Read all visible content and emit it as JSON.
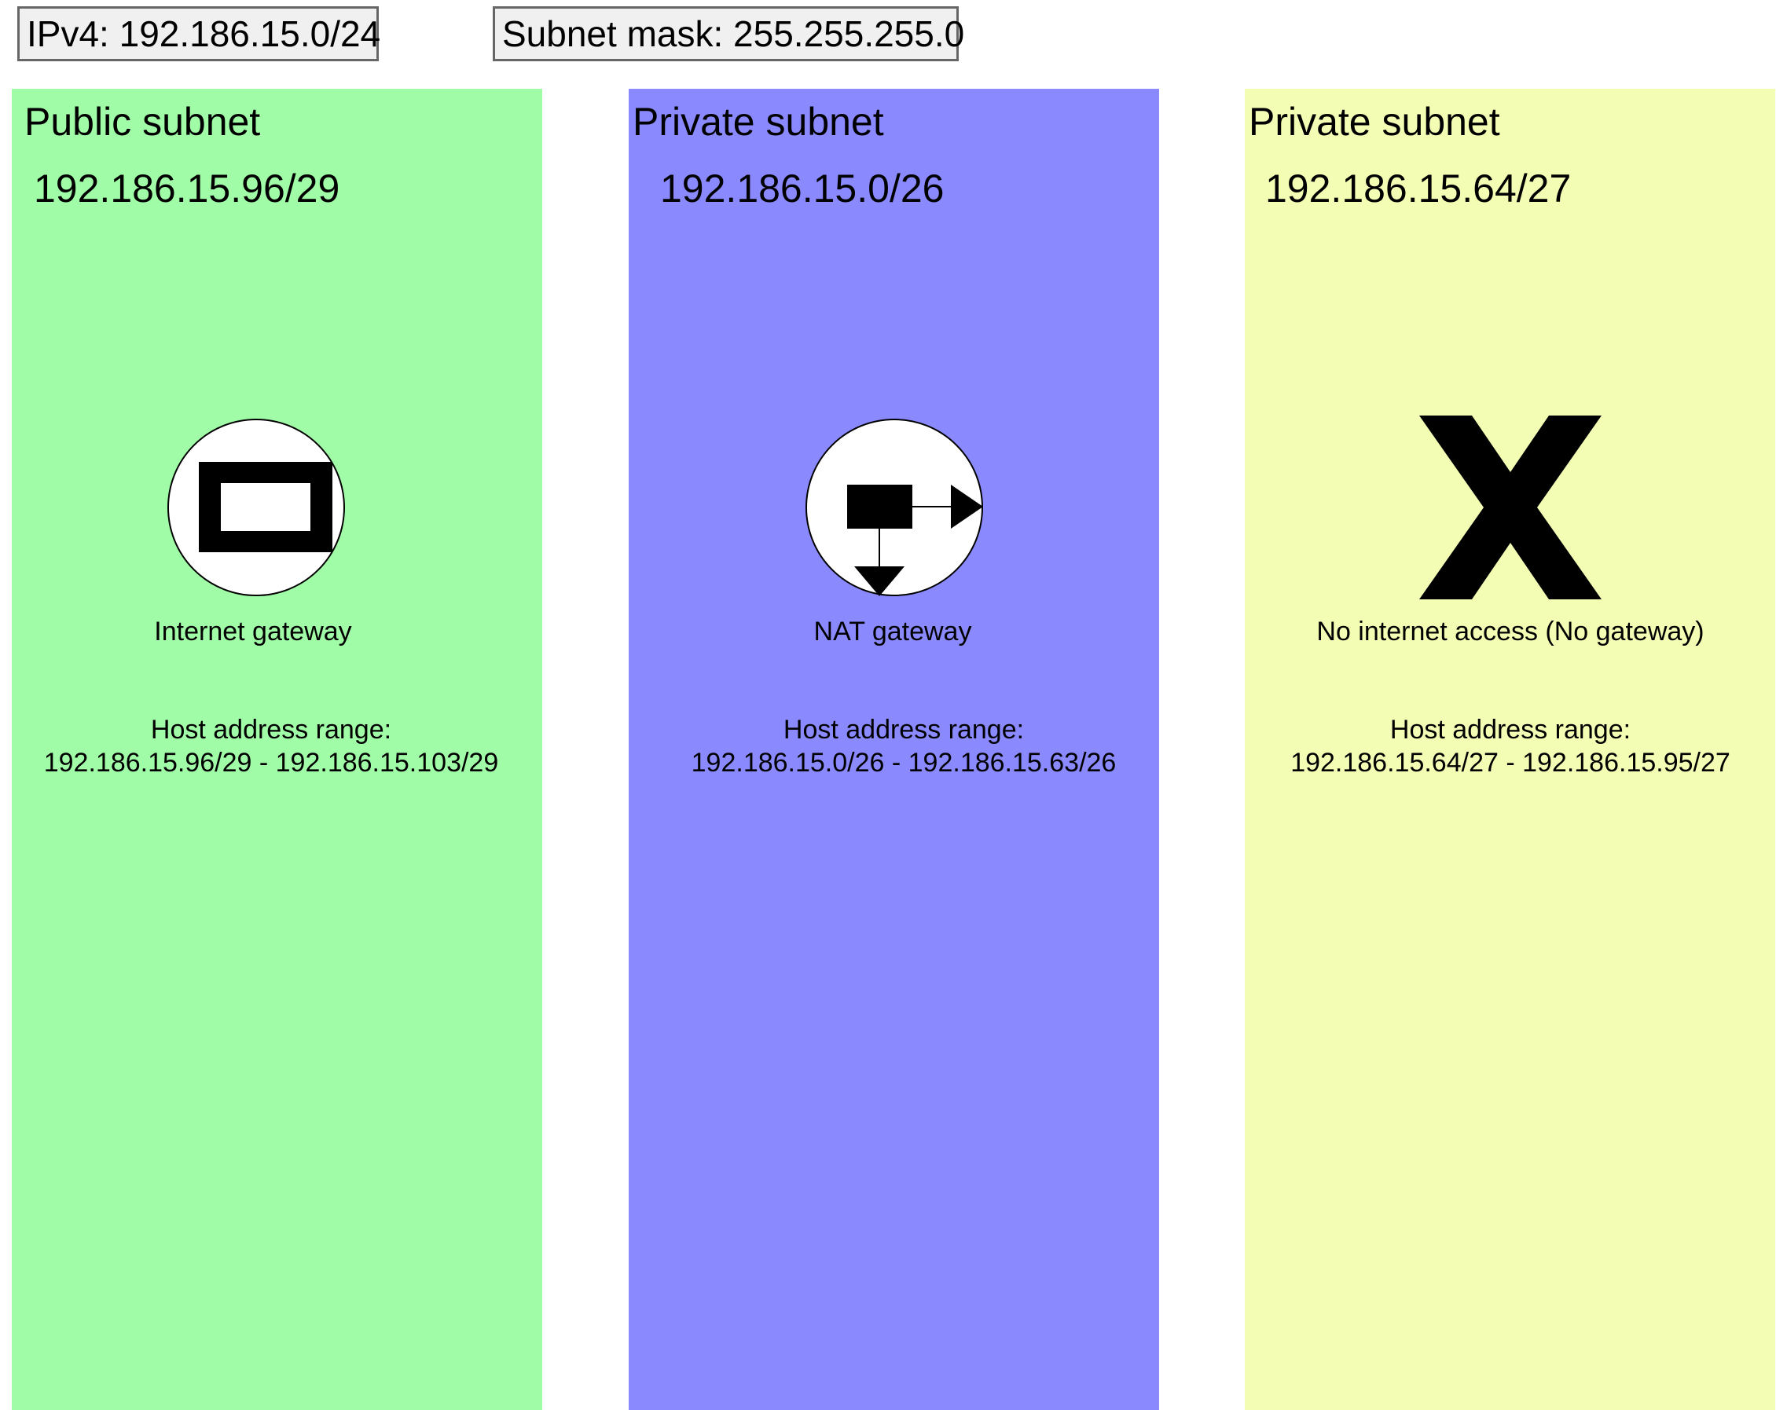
{
  "header": {
    "ipv4": "IPv4: 192.186.15.0/24",
    "subnet_mask": "Subnet mask: 255.255.255.0"
  },
  "subnets": [
    {
      "title": "Public subnet",
      "cidr": "192.186.15.96/29",
      "gateway_label": "Internet gateway",
      "gateway_icon": "internet-gateway-icon",
      "range_label": "Host address range:",
      "range_value": "192.186.15.96/29 - 192.186.15.103/29",
      "color": "#a1fca7"
    },
    {
      "title": "Private subnet",
      "cidr": "192.186.15.0/26",
      "gateway_label": "NAT gateway",
      "gateway_icon": "nat-gateway-icon",
      "range_label": "Host address range:",
      "range_value": "192.186.15.0/26 - 192.186.15.63/26",
      "color": "#8a8afe"
    },
    {
      "title": "Private subnet",
      "cidr": "192.186.15.64/27",
      "gateway_label": "No internet access (No gateway)",
      "gateway_icon": "no-access-x-icon",
      "range_label": "Host address range:",
      "range_value": "192.186.15.64/27 - 192.186.15.95/27",
      "color": "#f4fdb4"
    }
  ]
}
